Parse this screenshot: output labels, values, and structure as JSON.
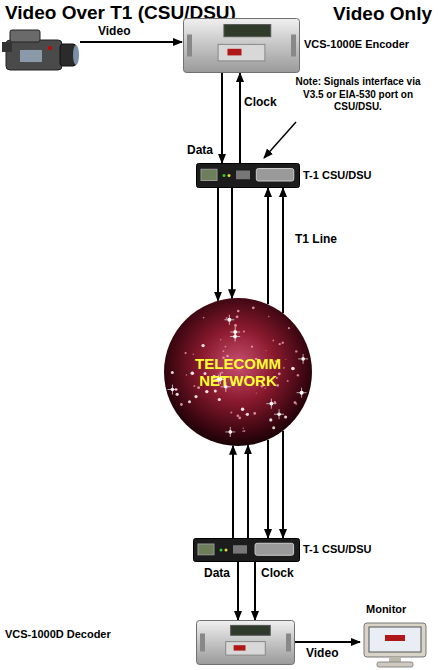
{
  "diagram": {
    "title": "Video Over T1 (CSU/DSU)",
    "nodes": [
      {
        "text": [
          "VCS-1000E Encoder"
        ]
      },
      {
        "text": [
          "T-1 CSU/DSU"
        ]
      },
      {
        "text": [
          "TELECOMM NETWORK"
        ]
      },
      {
        "text": [
          "T-1 CSU/DSU"
        ]
      },
      {
        "text": [
          "VCS-1000D Decoder"
        ]
      },
      {
        "text": [
          "Monitor"
        ]
      }
    ],
    "edges": [
      {
        "from": 0,
        "to": 1,
        "arrow": "to",
        "label": "Data"
      },
      {
        "from": 1,
        "to": 0,
        "arrow": "to",
        "label": "Clock"
      },
      {
        "from": 1,
        "to": 2,
        "arrow": "to"
      },
      {
        "from": 1,
        "to": 2,
        "arrow": "to"
      },
      {
        "from": 2,
        "to": 1,
        "arrow": "to",
        "label": "T1 Line"
      },
      {
        "from": 2,
        "to": 1,
        "arrow": "to"
      },
      {
        "from": 3,
        "to": 2,
        "arrow": "to"
      },
      {
        "from": 3,
        "to": 2,
        "arrow": "to"
      },
      {
        "from": 2,
        "to": 3,
        "arrow": "to"
      },
      {
        "from": 2,
        "to": 3,
        "arrow": "to"
      },
      {
        "from": 3,
        "to": 4,
        "arrow": "to",
        "label": "Data"
      },
      {
        "from": 3,
        "to": 4,
        "arrow": "to",
        "label": "Clock"
      },
      {
        "from": 4,
        "to": 5,
        "arrow": "to",
        "label": "Video"
      }
    ],
    "labels": [
      "Video Only",
      "Video",
      "Note: Signals interface via V3.5 or EIA-530 port on CSU/DSU."
    ]
  }
}
